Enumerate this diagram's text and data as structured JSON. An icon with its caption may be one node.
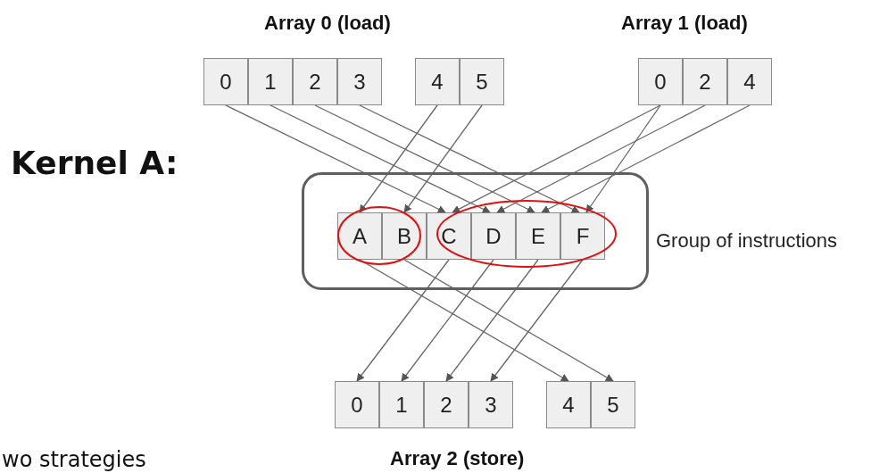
{
  "diagram": {
    "nodes": [
      {
        "text": [
          "0"
        ]
      },
      {
        "text": [
          "1"
        ]
      },
      {
        "text": [
          "2"
        ]
      },
      {
        "text": [
          "3"
        ]
      },
      {
        "text": [
          "4"
        ]
      },
      {
        "text": [
          "5"
        ]
      },
      {
        "text": [
          "0"
        ]
      },
      {
        "text": [
          "2"
        ]
      },
      {
        "text": [
          "4"
        ]
      },
      {
        "text": [],
        "shape": "box",
        "beside": [
          "Group of instructions"
        ]
      },
      {
        "text": [
          "A"
        ],
        "in": 9
      },
      {
        "text": [
          "B"
        ],
        "in": 9
      },
      {
        "text": [
          "C"
        ],
        "in": 9
      },
      {
        "text": [
          "D"
        ],
        "in": 9
      },
      {
        "text": [
          "E"
        ],
        "in": 9
      },
      {
        "text": [
          "F"
        ],
        "in": 9
      },
      {
        "text": [
          "0"
        ]
      },
      {
        "text": [
          "1"
        ]
      },
      {
        "text": [
          "2"
        ]
      },
      {
        "text": [
          "3"
        ]
      },
      {
        "text": [
          "4"
        ]
      },
      {
        "text": [
          "5"
        ]
      }
    ],
    "edges": [
      {
        "from": 0,
        "to": 12,
        "arrow": "to"
      },
      {
        "from": 1,
        "to": 13,
        "arrow": "to"
      },
      {
        "from": 2,
        "to": 14,
        "arrow": "to"
      },
      {
        "from": 3,
        "to": 15,
        "arrow": "to"
      },
      {
        "from": 4,
        "to": 10,
        "arrow": "to"
      },
      {
        "from": 5,
        "to": 11,
        "arrow": "to"
      },
      {
        "from": 6,
        "to": 12,
        "arrow": "to"
      },
      {
        "from": 6,
        "to": 15,
        "arrow": "to"
      },
      {
        "from": 7,
        "to": 13,
        "arrow": "to"
      },
      {
        "from": 8,
        "to": 14,
        "arrow": "to"
      },
      {
        "from": 10,
        "to": 20,
        "arrow": "to"
      },
      {
        "from": 11,
        "to": 21,
        "arrow": "to"
      },
      {
        "from": 12,
        "to": 16,
        "arrow": "to"
      },
      {
        "from": 13,
        "to": 17,
        "arrow": "to"
      },
      {
        "from": 14,
        "to": 18,
        "arrow": "to"
      },
      {
        "from": 15,
        "to": 19,
        "arrow": "to"
      }
    ],
    "labels": [
      "Array 0 (load)",
      "Array 1 (load)",
      "Kernel A:",
      "Array 2 (store)",
      "wo strategies"
    ]
  }
}
